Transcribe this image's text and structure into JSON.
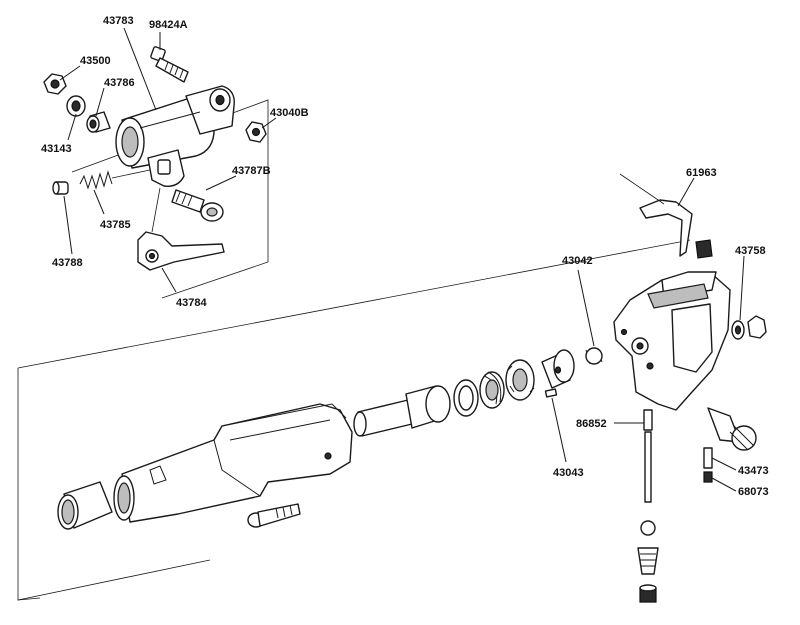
{
  "labels": {
    "p43783": "43783",
    "p98424A": "98424A",
    "p43500": "43500",
    "p43786": "43786",
    "p43143": "43143",
    "p43040B": "43040B",
    "p43787B": "43787B",
    "p43785": "43785",
    "p43788": "43788",
    "p43784": "43784",
    "p61963": "61963",
    "p43042": "43042",
    "p43758": "43758",
    "p86852": "86852",
    "p43043": "43043",
    "p43473": "43473",
    "p68073": "68073"
  }
}
